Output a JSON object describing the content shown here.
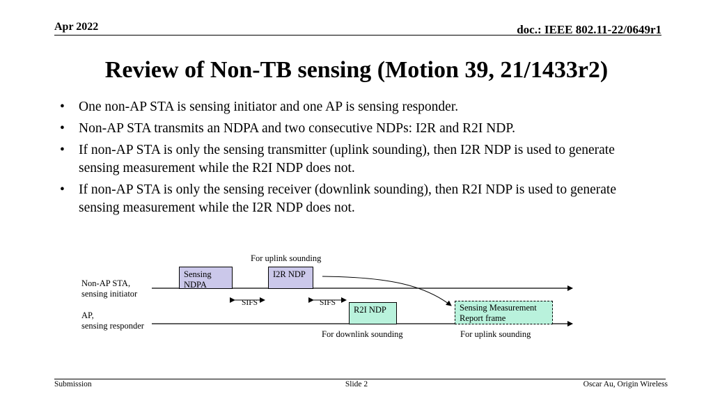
{
  "header": {
    "date": "Apr 2022",
    "doc_id": "doc.: IEEE 802.11-22/0649r1"
  },
  "title": "Review of Non-TB sensing (Motion 39, 21/1433r2)",
  "bullets": [
    "One non-AP STA is sensing initiator and one AP is sensing responder.",
    "Non-AP STA transmits an NDPA and two consecutive NDPs: I2R and R2I NDP.",
    "If non-AP STA is only the sensing transmitter (uplink sounding), then I2R NDP is used to generate sensing measurement while the R2I NDP does not.",
    "If non-AP STA is only the sensing receiver (downlink sounding), then R2I NDP is used to generate sensing measurement while the I2R NDP does not."
  ],
  "diagram": {
    "uplink_label_top": "For uplink sounding",
    "initiator_label": [
      "Non-AP STA,",
      "sensing initiator"
    ],
    "responder_label": [
      "AP,",
      "sensing responder"
    ],
    "ndpa_box": "Sensing NDPA",
    "i2r_box": "I2R NDP",
    "r2i_box": "R2I NDP",
    "smr_box": "Sensing Measurement Report frame",
    "sifs_1": "SIFS",
    "sifs_2": "SIFS",
    "downlink_label": "For downlink sounding",
    "uplink_label_bottom": "For uplink sounding",
    "colors": {
      "box_fill": "#cbc8ea",
      "box_fill_green": "#b9f2dc",
      "box_border": "#000000"
    }
  },
  "footer": {
    "left": "Submission",
    "center": "Slide 2",
    "right": "Oscar Au, Origin Wireless"
  }
}
